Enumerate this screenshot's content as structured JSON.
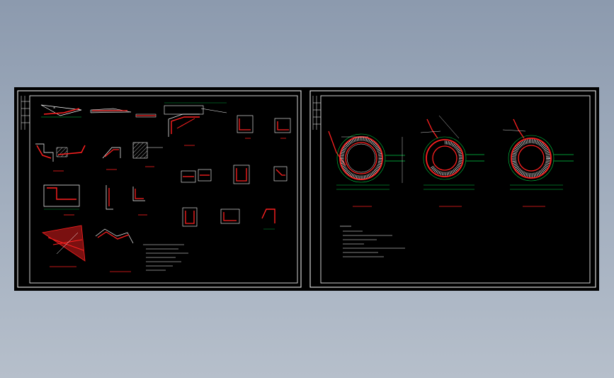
{
  "colors": {
    "background_top": "#8c9aae",
    "background_bottom": "#b6bfcb",
    "canvas": "#000000",
    "frame": "#ffffff",
    "rebar_red": "#ff2020",
    "dimension_green": "#00cc44",
    "text_yellow": "#ffff33",
    "hatch_white": "#dcdcdc",
    "fill_dark_red": "#7a1010"
  },
  "sheets": [
    {
      "name": "sheet-left",
      "kind": "reinforcement-details"
    },
    {
      "name": "sheet-right",
      "kind": "circular-tank-plans",
      "views": 3
    }
  ]
}
